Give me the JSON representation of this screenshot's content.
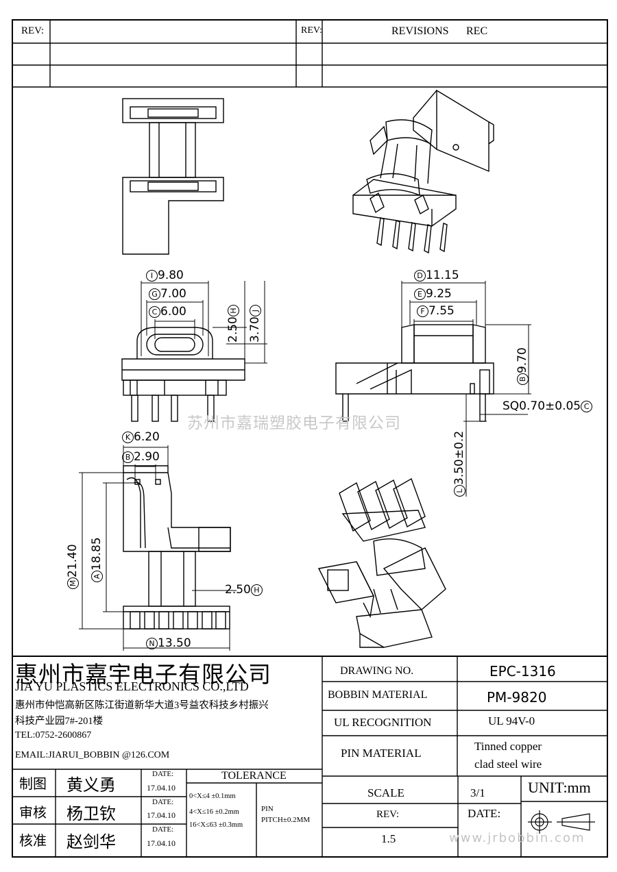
{
  "header": {
    "rev_label_left": "REV:",
    "rev_label_right": "REV:",
    "revisions_label": "REVISIONS",
    "rec_label": "REC"
  },
  "dimensions": {
    "d1": "9.80",
    "d1_mark": "I",
    "d2": "7.00",
    "d2_mark": "G",
    "d3": "6.00",
    "d3_mark": "C",
    "d4": "2.50",
    "d4_mark": "H",
    "d5": "3.70",
    "d5_mark": "J",
    "d6": "11.15",
    "d6_mark": "D",
    "d7": "9.25",
    "d7_mark": "E",
    "d8": "7.55",
    "d8_mark": "F",
    "d9": "9.70",
    "d9_mark": "B",
    "d10": "SQ0.70±0.05",
    "d10_mark": "C",
    "d11": "3.50±0.2",
    "d11_mark": "L",
    "d12": "6.20",
    "d12_mark": "K",
    "d13": "2.90",
    "d13_mark": "B",
    "d14": "21.40",
    "d14_mark": "M",
    "d15": "18.85",
    "d15_mark": "A",
    "d16": "2.50",
    "d16_mark": "H",
    "d17": "13.50",
    "d17_mark": "N"
  },
  "watermark_center": "苏州市嘉瑞塑胶电子有限公司",
  "watermark_bottom": "www.jrbobbin.com",
  "company": {
    "name_cn": "惠州市嘉宇电子有限公司",
    "name_en": "JIA YU PLASTICS ELECTRONICS CO.,LTD",
    "address_line1": "惠州市仲恺高新区陈江街道新华大道3号益农科技乡村振兴",
    "address_line2": "科技产业园7#-201楼",
    "tel": "TEL:0752-2600867",
    "email": "EMAIL:JIARUI_BOBBIN @126.COM"
  },
  "signoff": [
    {
      "role": "制图",
      "name": "黄义勇",
      "date_label": "DATE:",
      "date": "17.04.10"
    },
    {
      "role": "审核",
      "name": "杨卫钦",
      "date_label": "DATE:",
      "date": "17.04.10"
    },
    {
      "role": "核准",
      "name": "赵剑华",
      "date_label": "DATE:",
      "date": "17.04.10"
    }
  ],
  "tolerance": {
    "title": "TOLERANCE",
    "rows": [
      "0<X≤4  ±0.1mm",
      "4<X≤16 ±0.2mm",
      "16<X≤63 ±0.3mm"
    ],
    "pin_label": "PIN",
    "pitch_label": "PITCH±0.2MM"
  },
  "info": {
    "drawing_no_label": "DRAWING  NO.",
    "drawing_no": "EPC-1316",
    "bobbin_material_label": "BOBBIN  MATERIAL",
    "bobbin_material": "PM-9820",
    "ul_label": "UL RECOGNITION",
    "ul_value": "UL 94V-0",
    "pin_material_label": "PIN MATERIAL",
    "pin_material_1": "Tinned copper",
    "pin_material_2": "clad steel wire",
    "scale_label": "SCALE",
    "scale_value": "3/1",
    "unit_label": "UNIT:mm",
    "rev_label": "REV:",
    "rev_value": "1.5",
    "date_label": "DATE:"
  }
}
